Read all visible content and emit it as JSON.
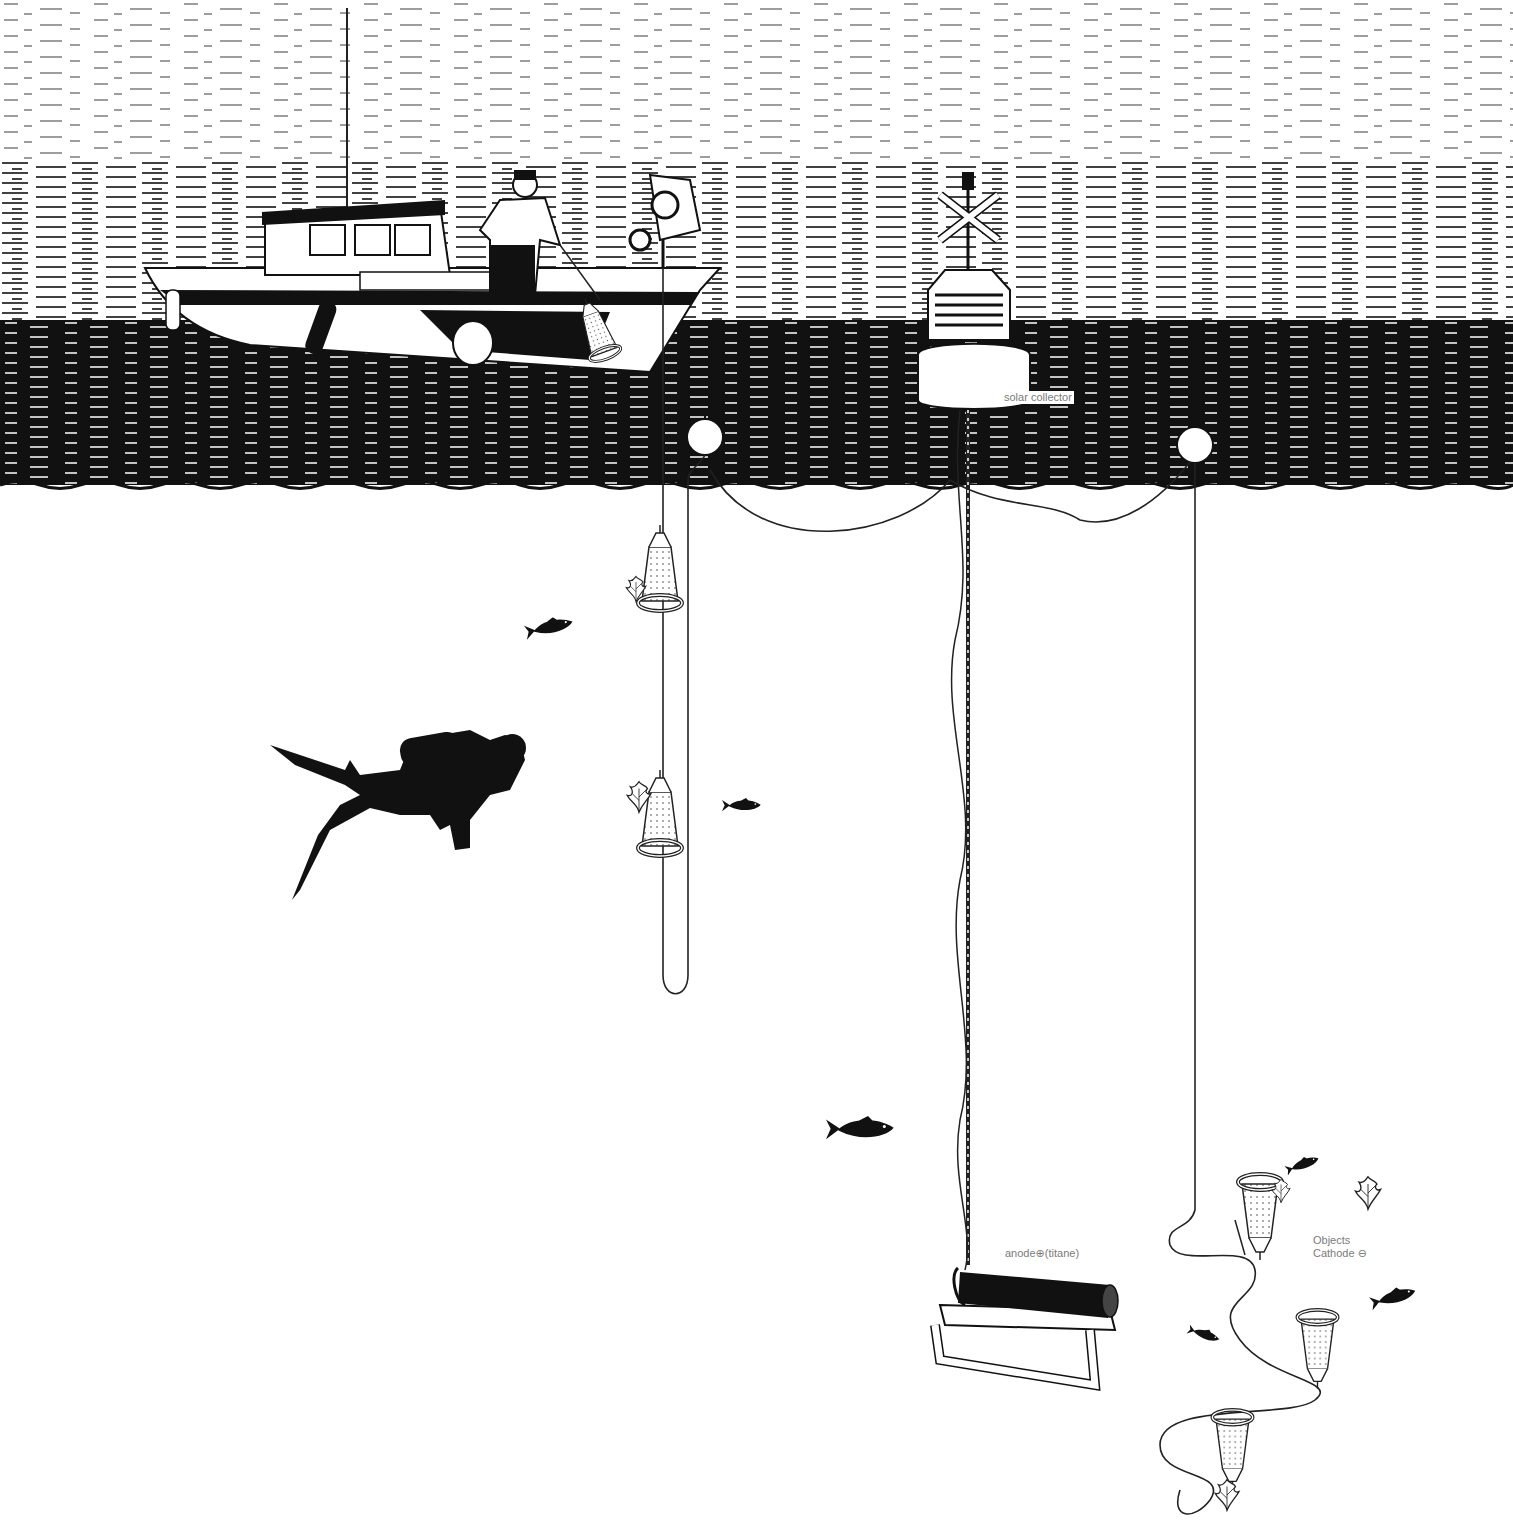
{
  "diagram": {
    "labels": [
      "solar collector",
      "anode⊕(titane)",
      "Objects Cathode ⊖"
    ]
  }
}
